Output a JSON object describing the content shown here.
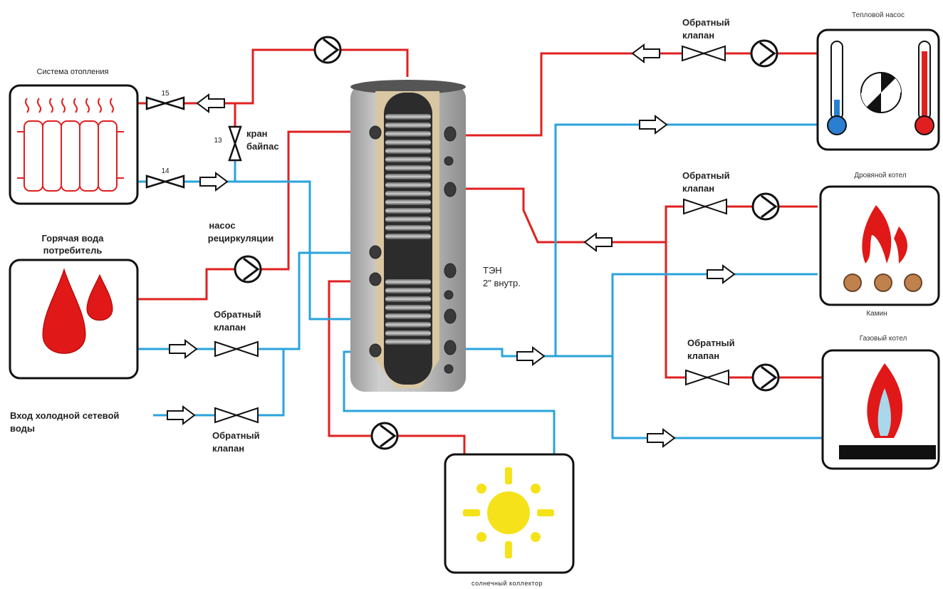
{
  "labels": {
    "heating_system": "Система отопления",
    "hot_water_consumer_1": "Горячая вода",
    "hot_water_consumer_2": "потребитель",
    "cold_water_inlet_1": "Вход холодной сетевой",
    "cold_water_inlet_2": "воды",
    "recirc_pump_1": "насос",
    "recirc_pump_2": "рециркуляции",
    "bypass_valve_1": "кран",
    "bypass_valve_2": "байпас",
    "check_valve_1": "Обратный",
    "check_valve_2": "клапан",
    "heat_pump": "Тепловой насос",
    "wood_boiler": "Дровяной котел",
    "fireplace": "Камин",
    "gas_boiler": "Газовый котел",
    "solar_collector": "солнечный коллектор",
    "heater_1": "ТЭН",
    "heater_2": "2\" внутр.",
    "valve_15": "15",
    "valve_13": "13",
    "valve_14": "14"
  },
  "colors": {
    "hot_pipe": "#e02020",
    "cold_pipe": "#2aa3dc",
    "tank": "#b8b8b8",
    "sun": "#f5e21b"
  }
}
